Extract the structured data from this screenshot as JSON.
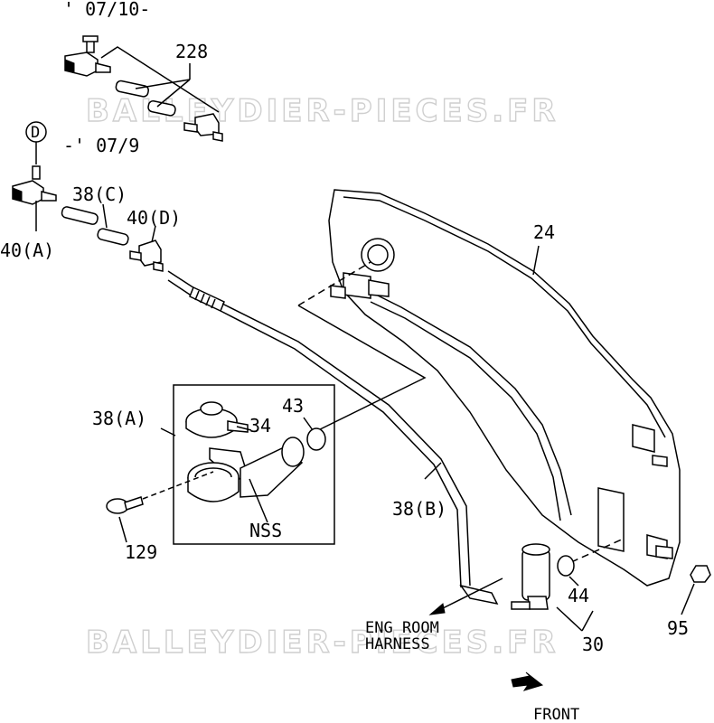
{
  "labels": {
    "date_after": "' 07/10-",
    "date_before": "-' 07/9",
    "callout_d": "D",
    "p228": "228",
    "p38c": "38(C)",
    "p40d": "40(D)",
    "p40a": "40(A)",
    "p24": "24",
    "p43": "43",
    "p34": "34",
    "p38a": "38(A)",
    "p38b": "38(B)",
    "pnss": "NSS",
    "p129": "129",
    "p44": "44",
    "p95": "95",
    "p30": "30",
    "eng_room_1": "ENG ROOM",
    "eng_room_2": "HARNESS",
    "front": "FRONT"
  },
  "watermark": {
    "text_1": "BALLEYDIER-PIECES.FR",
    "text_2": "BALLEYDIER-PIECES.FR"
  }
}
